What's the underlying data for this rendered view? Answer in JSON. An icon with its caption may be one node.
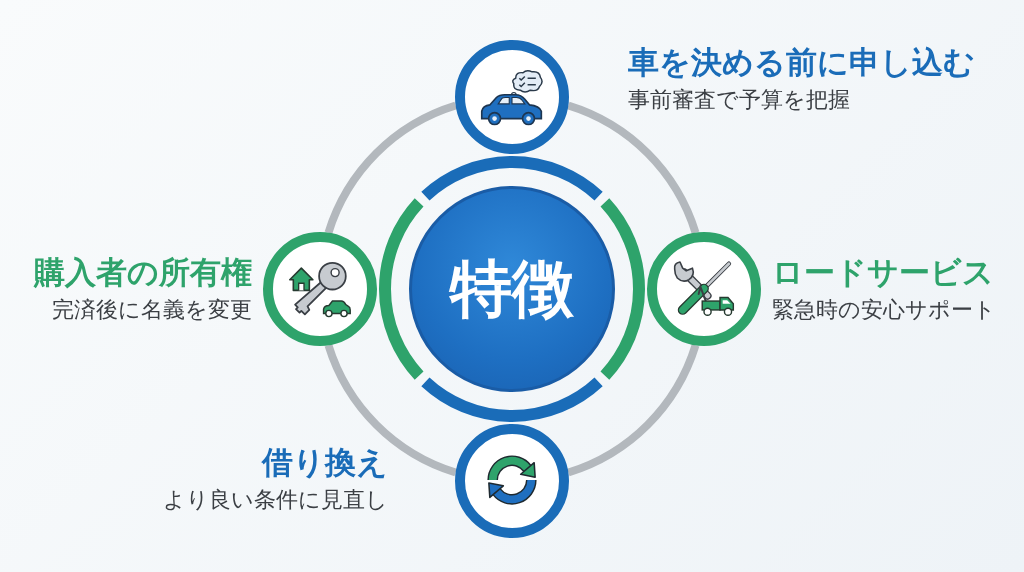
{
  "diagram": {
    "nodes": [
      {
        "text": [],
        "shape": "circle",
        "beside": [
          "車を決める前に申し込む",
          "事前審査で予算を把握"
        ]
      },
      {
        "text": [],
        "shape": "circle",
        "beside": [
          "購入者の所有権",
          "完済後に名義を変更"
        ]
      },
      {
        "text": [
          "特徴"
        ]
      },
      {
        "text": [],
        "shape": "circle",
        "beside": [
          "ロードサービス",
          "緊急時の安心サポート"
        ]
      },
      {
        "text": [],
        "shape": "circle",
        "beside": [
          "借り換え",
          "より良い条件に見直し"
        ]
      }
    ],
    "edges": [
      {
        "from": 0,
        "to": 3,
        "arrow": "none"
      },
      {
        "from": 3,
        "to": 4,
        "arrow": "none"
      },
      {
        "from": 4,
        "to": 1,
        "arrow": "none"
      },
      {
        "from": 1,
        "to": 0,
        "arrow": "none"
      }
    ]
  }
}
